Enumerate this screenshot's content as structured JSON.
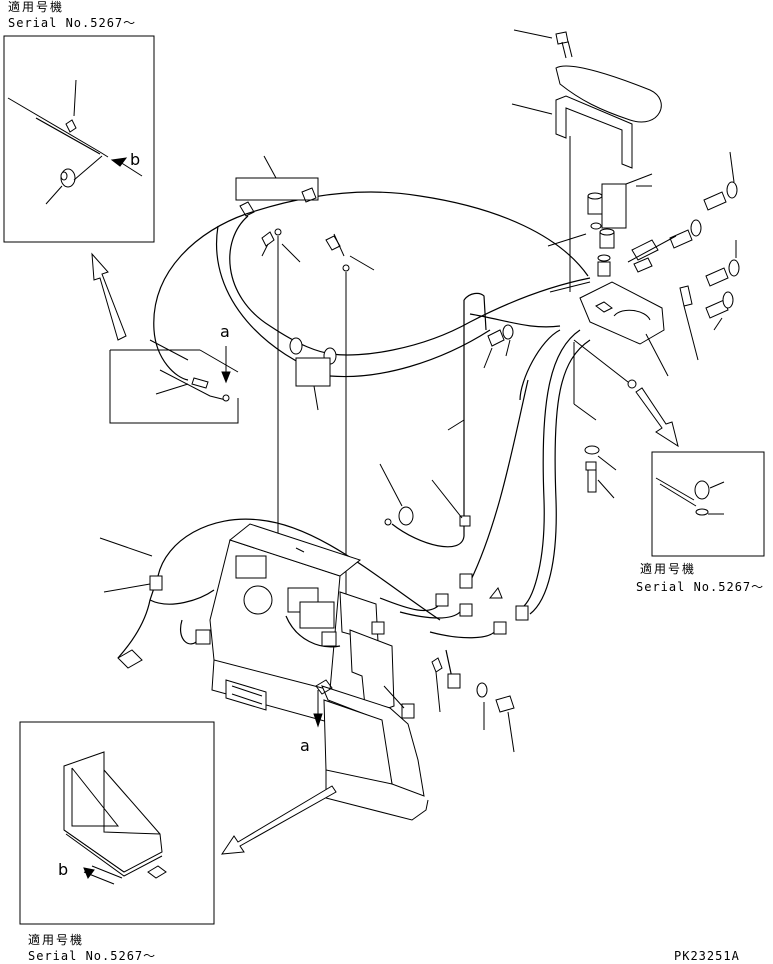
{
  "notes": {
    "top_left": {
      "applicable": "適用号機",
      "serial": "Serial No.5267～"
    },
    "right": {
      "applicable": "適用号機",
      "serial": "Serial No.5267～"
    },
    "bottom_left": {
      "applicable": "適用号機",
      "serial": "Serial No.5267～"
    }
  },
  "view_labels": {
    "a_main": "a",
    "a_detail": "a",
    "b_top": "b",
    "b_bottom": "b"
  },
  "drawing_code": "PK23251A"
}
